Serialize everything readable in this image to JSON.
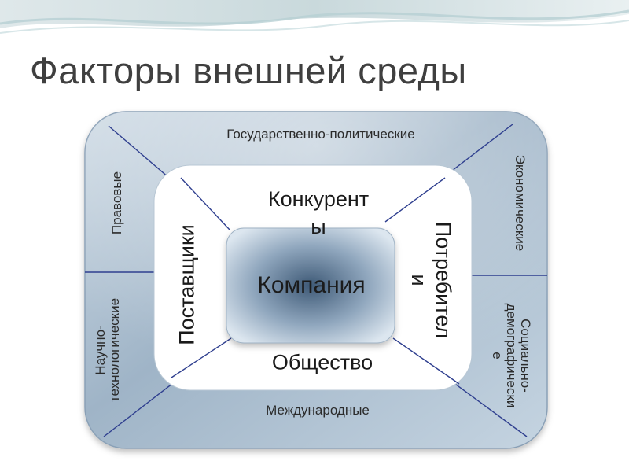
{
  "title": "Факторы внешней среды",
  "outer_factors": {
    "top": "Государственно-политические",
    "bottom": "Международные",
    "left_upper": "Правовые",
    "left_lower_line1": "Научно-",
    "left_lower_line2": "технологические",
    "right_upper": "Экономические",
    "right_lower_line1": "Социально-",
    "right_lower_line2": "демографически",
    "right_lower_line3": "е"
  },
  "inner_factors": {
    "top_line1": "Конкурент",
    "top_line2": "ы",
    "left": "Поставщики",
    "right_line1": "Потребител",
    "right_line2": "и",
    "bottom": "Общество"
  },
  "core": "Компания",
  "colors": {
    "outer_fill": "#a9bccd",
    "outer_edge": "#6f8aa3",
    "divider_lines": "#2f3f8f",
    "inner_fill": "#ffffff",
    "core_dark": "#4a6580",
    "core_light": "#d4e0ea"
  }
}
